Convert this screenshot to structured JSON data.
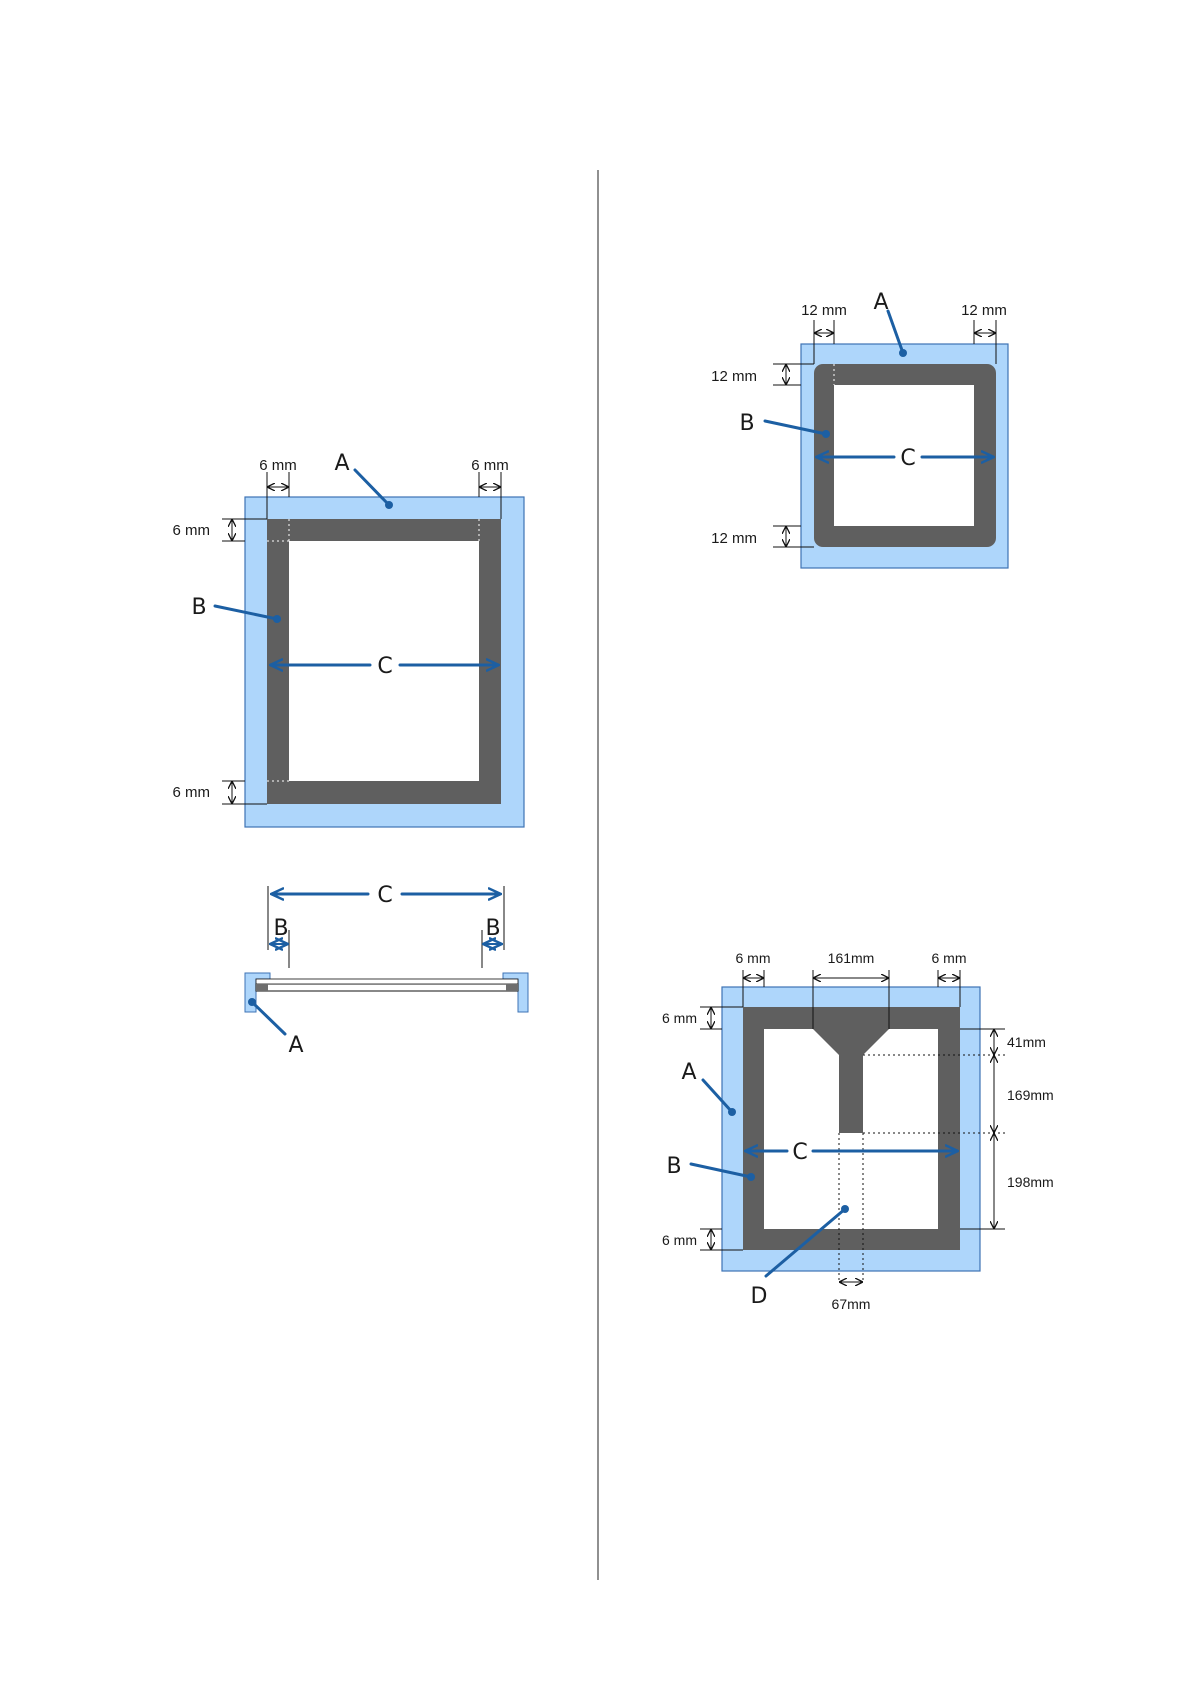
{
  "diagram1": {
    "label_a": "A",
    "label_b": "B",
    "label_c": "C",
    "dim_top_left": "6 mm",
    "dim_top_right": "6 mm",
    "dim_left_top": "6 mm",
    "dim_left_bottom": "6 mm"
  },
  "diagram2": {
    "label_c": "C",
    "label_b_left": "B",
    "label_b_right": "B",
    "label_a": "A"
  },
  "diagram3": {
    "label_a": "A",
    "label_b": "B",
    "label_c": "C",
    "dim_top_left": "12 mm",
    "dim_top_right": "12 mm",
    "dim_left_top": "12 mm",
    "dim_left_bottom": "12 mm"
  },
  "diagram4": {
    "label_a": "A",
    "label_b": "B",
    "label_c": "C",
    "label_d": "D",
    "dim_top_left": "6 mm",
    "dim_top_center": "161mm",
    "dim_top_right": "6 mm",
    "dim_left_top": "6 mm",
    "dim_left_bottom": "6 mm",
    "dim_right_1": "41mm",
    "dim_right_2": "169mm",
    "dim_right_3": "198mm",
    "dim_bottom": "67mm"
  }
}
